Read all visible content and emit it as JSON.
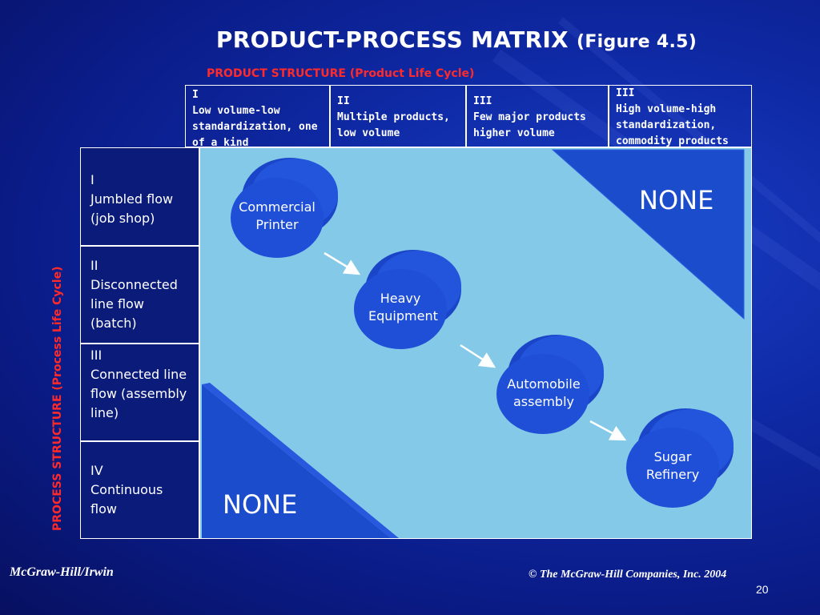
{
  "title": {
    "main": "PRODUCT-PROCESS MATRIX",
    "figure": "(Figure 4.5)"
  },
  "product_structure_label": "PRODUCT STRUCTURE (Product Life Cycle)",
  "process_structure_label": "PROCESS STRUCTURE (Process Life Cycle)",
  "columns": [
    {
      "numeral": "I",
      "text": "Low volume-low standardization, one of a kind"
    },
    {
      "numeral": "II",
      "text": "Multiple products, low volume"
    },
    {
      "numeral": "III",
      "text": "Few major products higher volume"
    },
    {
      "numeral": "III",
      "text": "High volume-high standardization, commodity products"
    }
  ],
  "rows": [
    {
      "numeral": "I",
      "text": "Jumbled flow (job shop)"
    },
    {
      "numeral": "II",
      "text": "Disconnected line flow (batch)"
    },
    {
      "numeral": "III",
      "text": "Connected line flow (assembly line)"
    },
    {
      "numeral": "IV",
      "text": "Continuous flow"
    }
  ],
  "bubbles": [
    {
      "label": "Commercial Printer"
    },
    {
      "label": "Heavy Equipment"
    },
    {
      "label": "Automobile assembly"
    },
    {
      "label": "Sugar Refinery"
    }
  ],
  "none_top_right": "NONE",
  "none_bottom_left": "NONE",
  "footer": {
    "publisher": "McGraw-Hill/Irwin",
    "copyright": "© The McGraw-Hill Companies, Inc. 2004",
    "page_number": "20"
  },
  "colors": {
    "background": "#0f2aa6",
    "grid_fill": "#84cae8",
    "triangle_fill": "#1a4ccc",
    "bubble_fill": "#1f4fd6",
    "label_red": "#ff2a2a",
    "arrow": "#ffffff"
  }
}
